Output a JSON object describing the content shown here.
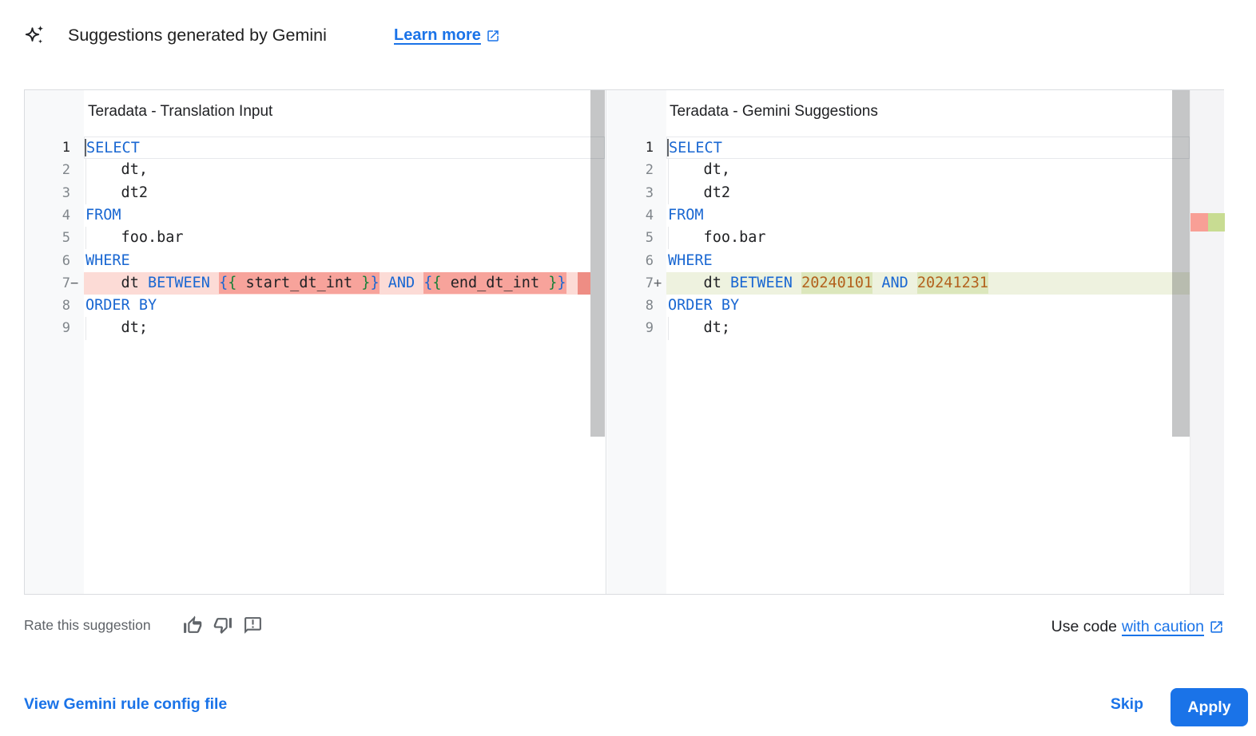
{
  "header": {
    "title": "Suggestions generated by Gemini",
    "learn_more_label": "Learn more"
  },
  "diff": {
    "left": {
      "title": "Teradata - Translation Input",
      "lines": [
        {
          "num": "1",
          "active": true,
          "tokens": [
            {
              "t": "SELECT",
              "c": "kw"
            }
          ]
        },
        {
          "num": "2",
          "indent": true,
          "tokens": [
            {
              "t": "    dt,"
            }
          ]
        },
        {
          "num": "3",
          "indent": true,
          "tokens": [
            {
              "t": "    dt2"
            }
          ]
        },
        {
          "num": "4",
          "tokens": [
            {
              "t": "FROM",
              "c": "kw"
            }
          ]
        },
        {
          "num": "5",
          "indent": true,
          "tokens": [
            {
              "t": "    foo.bar"
            }
          ]
        },
        {
          "num": "6",
          "tokens": [
            {
              "t": "WHERE",
              "c": "kw"
            }
          ]
        },
        {
          "num": "7",
          "sign": "−",
          "type": "del",
          "tokens": [
            {
              "t": "    dt "
            },
            {
              "t": "BETWEEN",
              "c": "kw"
            },
            {
              "t": " "
            },
            {
              "t": "{",
              "c": "b1",
              "hl": true
            },
            {
              "t": "{",
              "c": "b2",
              "hl": true
            },
            {
              "t": " start_dt_int ",
              "hl": true
            },
            {
              "t": "}",
              "c": "b2",
              "hl": true
            },
            {
              "t": "}",
              "c": "b1",
              "hl": true
            },
            {
              "t": " "
            },
            {
              "t": "AND",
              "c": "kw"
            },
            {
              "t": " "
            },
            {
              "t": "{",
              "c": "b1",
              "hl": true
            },
            {
              "t": "{",
              "c": "b2",
              "hl": true
            },
            {
              "t": " end_dt_int ",
              "hl": true
            },
            {
              "t": "}",
              "c": "b2",
              "hl": true
            },
            {
              "t": "}",
              "c": "b1",
              "hl": true
            }
          ]
        },
        {
          "num": "8",
          "tokens": [
            {
              "t": "ORDER BY",
              "c": "kw"
            }
          ]
        },
        {
          "num": "9",
          "indent": true,
          "tokens": [
            {
              "t": "    dt;"
            }
          ]
        }
      ]
    },
    "right": {
      "title": "Teradata - Gemini Suggestions",
      "lines": [
        {
          "num": "1",
          "active": true,
          "tokens": [
            {
              "t": "SELECT",
              "c": "kw"
            }
          ]
        },
        {
          "num": "2",
          "indent": true,
          "tokens": [
            {
              "t": "    dt,"
            }
          ]
        },
        {
          "num": "3",
          "indent": true,
          "tokens": [
            {
              "t": "    dt2"
            }
          ]
        },
        {
          "num": "4",
          "tokens": [
            {
              "t": "FROM",
              "c": "kw"
            }
          ]
        },
        {
          "num": "5",
          "indent": true,
          "tokens": [
            {
              "t": "    foo.bar"
            }
          ]
        },
        {
          "num": "6",
          "tokens": [
            {
              "t": "WHERE",
              "c": "kw"
            }
          ]
        },
        {
          "num": "7",
          "sign": "+",
          "type": "ins",
          "tokens": [
            {
              "t": "    dt "
            },
            {
              "t": "BETWEEN",
              "c": "kw"
            },
            {
              "t": " "
            },
            {
              "t": "20240101",
              "c": "num",
              "hl": true
            },
            {
              "t": " "
            },
            {
              "t": "AND",
              "c": "kw"
            },
            {
              "t": " "
            },
            {
              "t": "20241231",
              "c": "num",
              "hl": true
            }
          ]
        },
        {
          "num": "8",
          "tokens": [
            {
              "t": "ORDER BY",
              "c": "kw"
            }
          ]
        },
        {
          "num": "9",
          "indent": true,
          "tokens": [
            {
              "t": "    dt;"
            }
          ]
        }
      ]
    }
  },
  "footer": {
    "rate_label": "Rate this suggestion",
    "use_code_prefix": "Use code",
    "use_code_link": "with caution",
    "view_config_link": "View Gemini rule config file",
    "skip_label": "Skip",
    "apply_label": "Apply"
  },
  "colors": {
    "accent_blue": "#1a73e8",
    "keyword_blue": "#1967d2",
    "number_orange": "#b3611d",
    "brace_green": "#188038",
    "del_line_bg": "#fcdbd6",
    "del_char_bg": "#f7a39b",
    "del_marker": "#ee8d84",
    "ins_line_bg": "#eef2df",
    "ins_char_bg": "#dce7bc",
    "ruler_del": "#f89f96",
    "ruler_ins": "#c8dc92"
  }
}
